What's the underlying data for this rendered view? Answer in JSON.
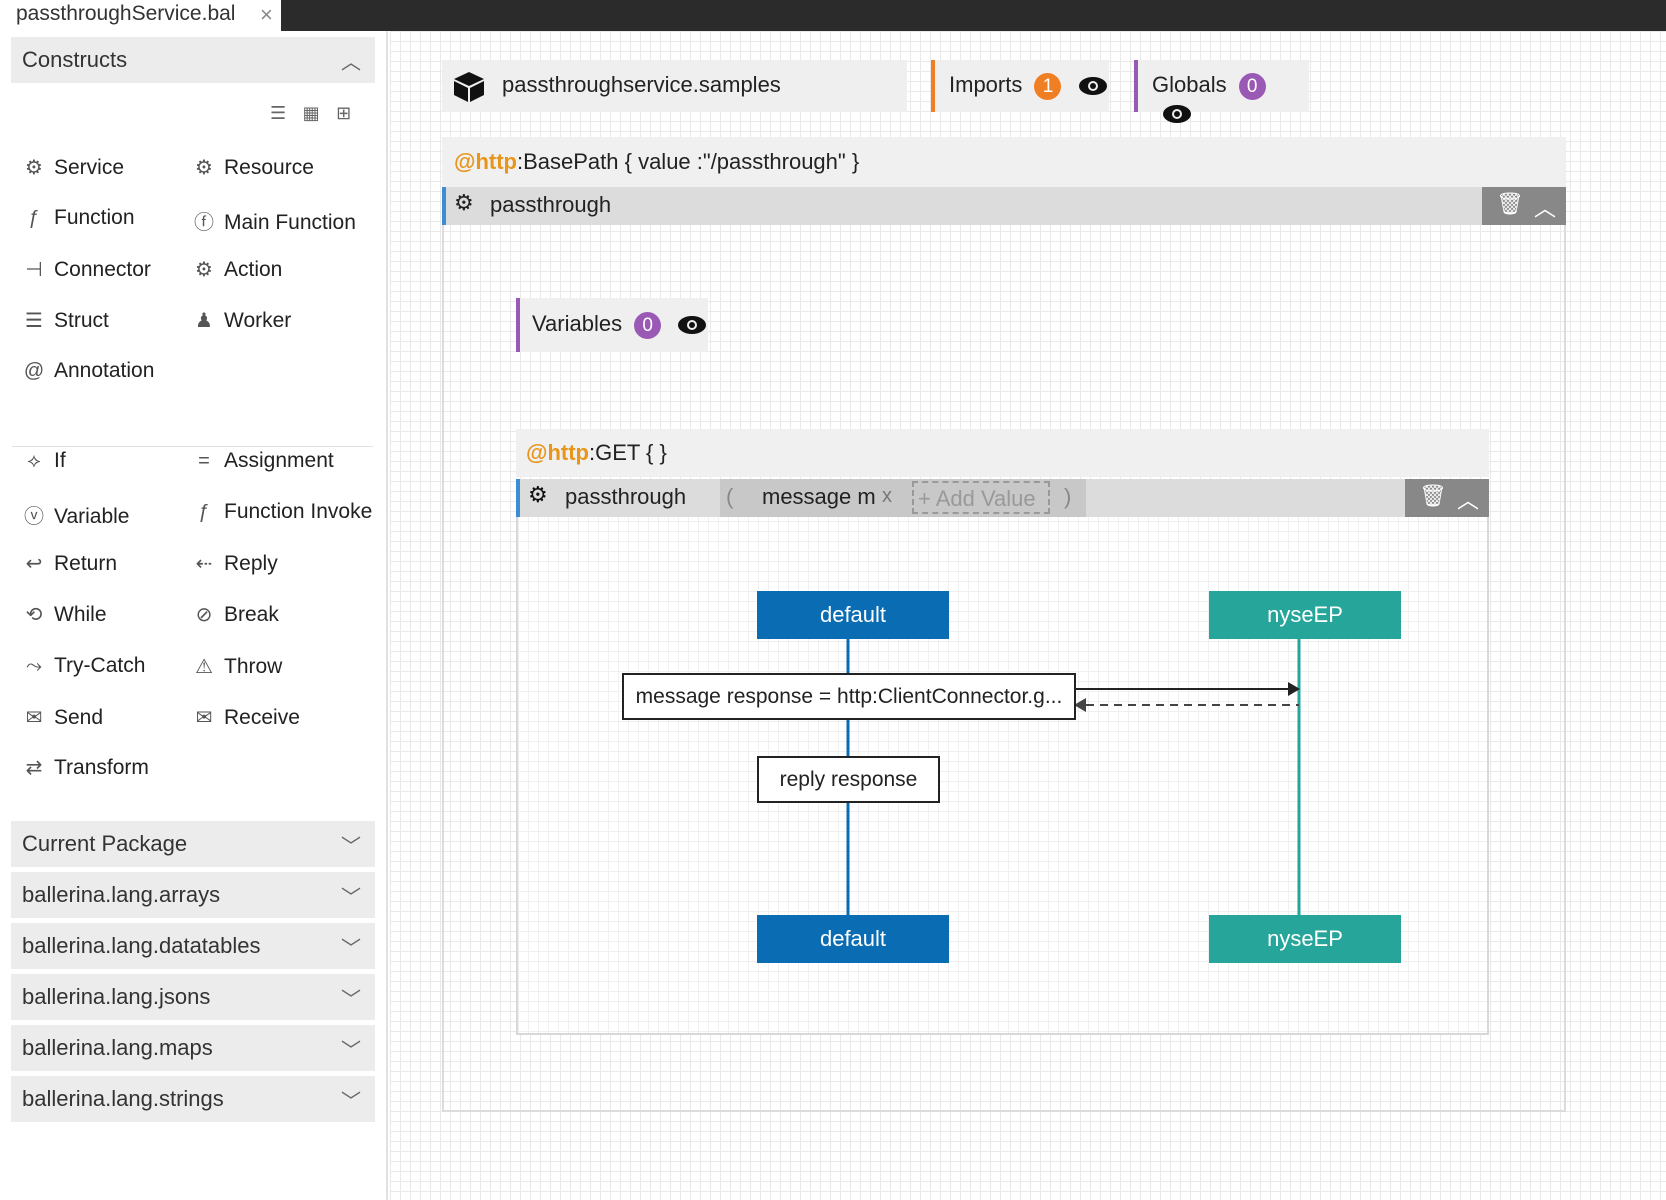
{
  "tab": {
    "title": "passthroughService.bal",
    "close": "×"
  },
  "palette": {
    "constructs_header": "Constructs",
    "constructs": [
      {
        "label": "Service",
        "icon": "service-icon",
        "glyph": "⚙"
      },
      {
        "label": "Resource",
        "icon": "resource-icon",
        "glyph": "⚙"
      },
      {
        "label": "Function",
        "icon": "function-icon",
        "glyph": "ƒ"
      },
      {
        "label": "Main Function",
        "icon": "main-function-icon",
        "glyph": "ⓕ"
      },
      {
        "label": "Connector",
        "icon": "connector-icon",
        "glyph": "⊣"
      },
      {
        "label": "Action",
        "icon": "action-icon",
        "glyph": "⚙"
      },
      {
        "label": "Struct",
        "icon": "struct-icon",
        "glyph": "☰"
      },
      {
        "label": "Worker",
        "icon": "worker-icon",
        "glyph": "♟"
      },
      {
        "label": "Annotation",
        "icon": "annotation-icon",
        "glyph": "@"
      }
    ],
    "statements": [
      {
        "label": "If",
        "icon": "if-icon",
        "glyph": "⟡"
      },
      {
        "label": "Assignment",
        "icon": "assignment-icon",
        "glyph": "="
      },
      {
        "label": "Variable",
        "icon": "variable-icon",
        "glyph": "ⓥ"
      },
      {
        "label": "Function Invoke",
        "icon": "function-invoke-icon",
        "glyph": "ƒ"
      },
      {
        "label": "Return",
        "icon": "return-icon",
        "glyph": "↩"
      },
      {
        "label": "Reply",
        "icon": "reply-icon",
        "glyph": "⇠"
      },
      {
        "label": "While",
        "icon": "while-icon",
        "glyph": "⟲"
      },
      {
        "label": "Break",
        "icon": "break-icon",
        "glyph": "⊘"
      },
      {
        "label": "Try-Catch",
        "icon": "try-catch-icon",
        "glyph": "⤳"
      },
      {
        "label": "Throw",
        "icon": "throw-icon",
        "glyph": "⚠"
      },
      {
        "label": "Send",
        "icon": "send-icon",
        "glyph": "✉"
      },
      {
        "label": "Receive",
        "icon": "receive-icon",
        "glyph": "✉"
      },
      {
        "label": "Transform",
        "icon": "transform-icon",
        "glyph": "⇄"
      }
    ],
    "packages": [
      "Current Package",
      "ballerina.lang.arrays",
      "ballerina.lang.datatables",
      "ballerina.lang.jsons",
      "ballerina.lang.maps",
      "ballerina.lang.strings"
    ]
  },
  "canvas": {
    "package_name": "passthroughservice.samples",
    "imports_label": "Imports",
    "imports_count": "1",
    "globals_label": "Globals",
    "globals_count": "0",
    "service_annotation_name": "@http",
    "service_annotation_rest": ":BasePath {   value :\"/passthrough\"  }",
    "service_name": "passthrough",
    "variables_label": "Variables",
    "variables_count": "0",
    "resource_annotation_name": "@http",
    "resource_annotation_rest": ":GET {    }",
    "resource_name": "passthrough",
    "param_open": "(",
    "param_value": "message m",
    "param_remove": "x",
    "add_value": "+ Add Value",
    "param_close": ")",
    "lifeline_default": "default",
    "lifeline_endpoint": "nyseEP",
    "statement_1": "message response = http:ClientConnector.g...",
    "statement_2": "reply response"
  },
  "colors": {
    "orange_accent": "#f07f24",
    "purple_accent": "#9b59b6",
    "blue_accent": "#3c8dd4",
    "default_lifeline": "#0a6db4",
    "endpoint_lifeline": "#26a69a"
  }
}
